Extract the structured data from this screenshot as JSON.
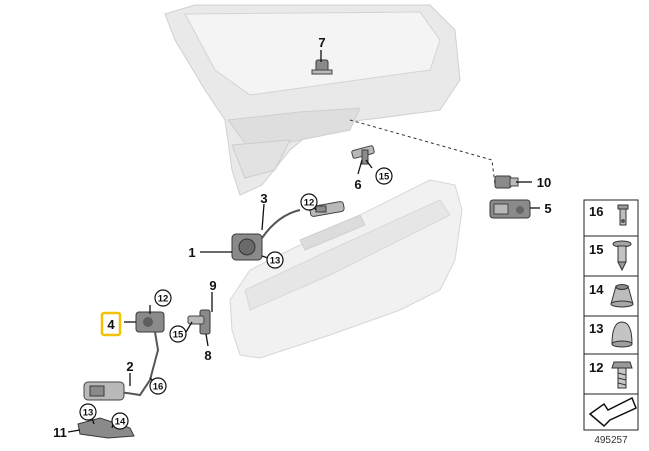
{
  "callouts": {
    "c1": "1",
    "c2": "2",
    "c3": "3",
    "c4": "4",
    "c5": "5",
    "c6": "6",
    "c7": "7",
    "c8": "8",
    "c9": "9",
    "c10": "10",
    "c11": "11"
  },
  "circled": {
    "k12a": "12",
    "k12b": "12",
    "k13a": "13",
    "k13b": "13",
    "k14": "14",
    "k15a": "15",
    "k15b": "15",
    "k16": "16"
  },
  "legend": [
    "16",
    "15",
    "14",
    "13",
    "12"
  ],
  "diagram_number": "495257",
  "colors": {
    "highlight": "#f2c200",
    "panel": "#e9e9e9",
    "lines": "#111111"
  }
}
